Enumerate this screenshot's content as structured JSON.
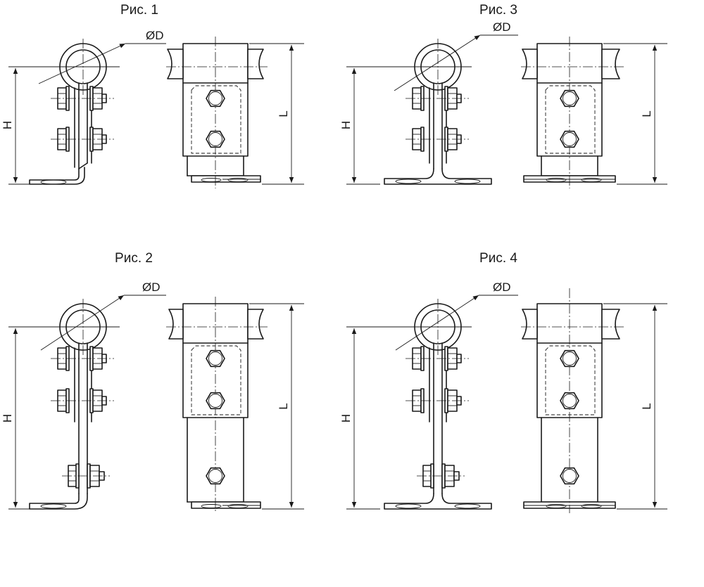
{
  "figures": [
    {
      "title": "Рис. 1",
      "diameter_label": "ØD",
      "height_label": "H",
      "length_label": "L"
    },
    {
      "title": "Рис. 2",
      "diameter_label": "ØD",
      "height_label": "H",
      "length_label": "L"
    },
    {
      "title": "Рис. 3",
      "diameter_label": "ØD",
      "height_label": "H",
      "length_label": "L"
    },
    {
      "title": "Рис. 4",
      "diameter_label": "ØD",
      "height_label": "H",
      "length_label": "L"
    }
  ]
}
